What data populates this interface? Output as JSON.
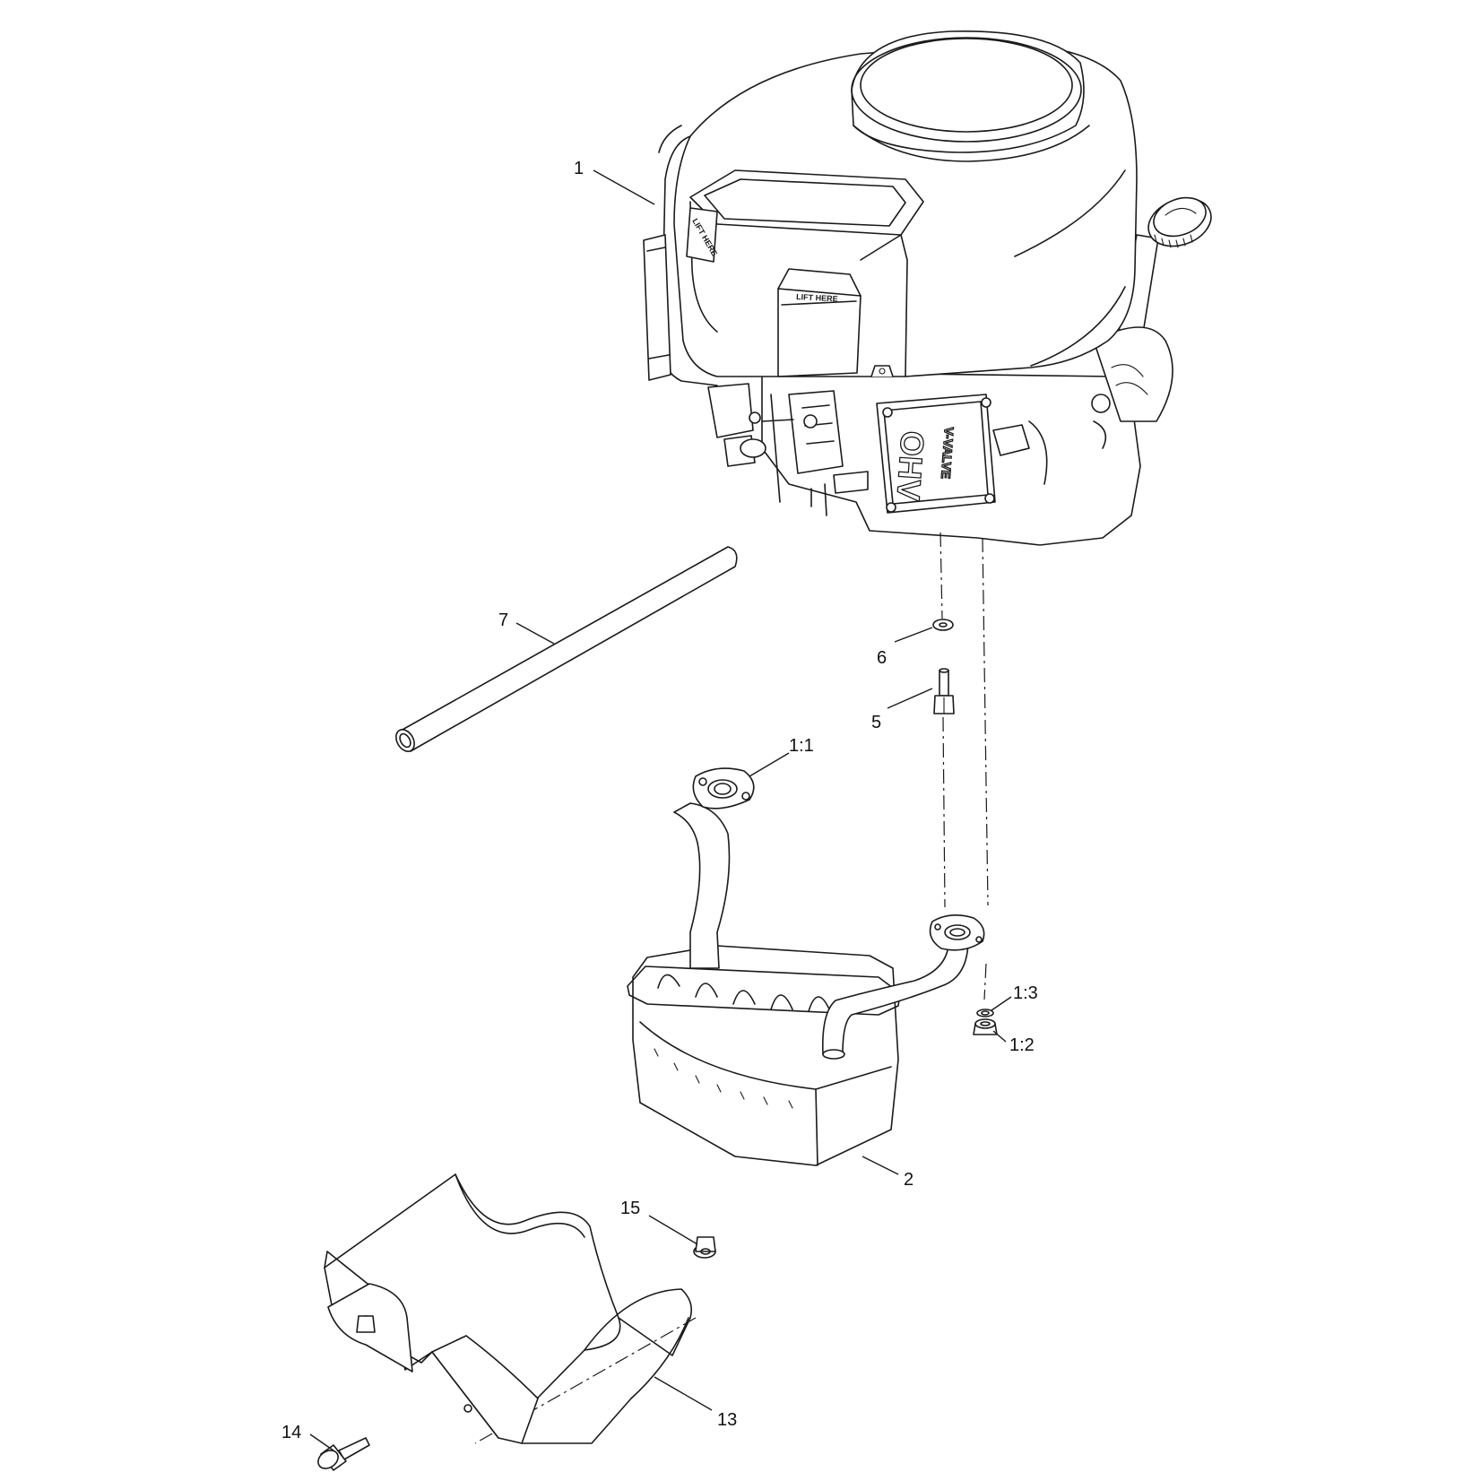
{
  "diagram": {
    "decals": {
      "lift_here": "LIFT HERE",
      "ohv": "OHV",
      "v_valve": "V-VALVE"
    },
    "callouts": [
      {
        "id": "engine",
        "label": "1"
      },
      {
        "id": "tube",
        "label": "7"
      },
      {
        "id": "washer",
        "label": "6"
      },
      {
        "id": "bolt",
        "label": "5"
      },
      {
        "id": "gasket",
        "label": "1:1"
      },
      {
        "id": "lockwasher",
        "label": "1:3"
      },
      {
        "id": "nut",
        "label": "1:2"
      },
      {
        "id": "muffler",
        "label": "2"
      },
      {
        "id": "flange-nut",
        "label": "15"
      },
      {
        "id": "heat-shield",
        "label": "13"
      },
      {
        "id": "shield-bolt",
        "label": "14"
      }
    ]
  }
}
